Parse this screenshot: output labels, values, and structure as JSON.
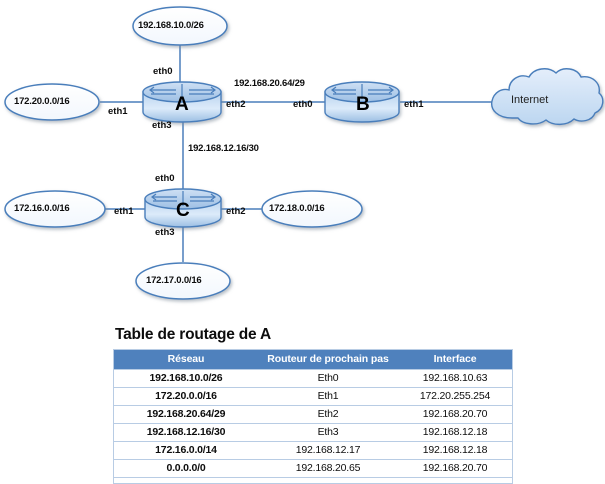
{
  "diagram": {
    "networks": {
      "top": "192.168.10.0/26",
      "left_a": "172.20.0.0/16",
      "left_c": "172.16.0.0/16",
      "right_c": "172.18.0.0/16",
      "bottom_c": "172.17.0.0/16"
    },
    "links": {
      "a_to_b": "192.168.20.64/29",
      "a_to_c": "192.168.12.16/30"
    },
    "routers": [
      {
        "name": "A"
      },
      {
        "name": "B"
      },
      {
        "name": "C"
      }
    ],
    "cloud": {
      "label": "Internet"
    },
    "interfaces": {
      "a_eth0": "eth0",
      "a_eth1": "eth1",
      "a_eth2": "eth2",
      "a_eth3": "eth3",
      "b_eth0": "eth0",
      "b_eth1": "eth1",
      "c_eth0": "eth0",
      "c_eth1": "eth1",
      "c_eth2": "eth2",
      "c_eth3": "eth3"
    },
    "colors": {
      "link_line": "#4a7ebb",
      "shape_stroke": "#4a7ebb",
      "shape_fill_light": "#dce9f7",
      "shape_fill_mid": "#a8c6e8"
    }
  },
  "table": {
    "title": "Table de routage de A",
    "headers": [
      "Réseau",
      "Routeur de prochain pas",
      "Interface"
    ],
    "rows": [
      [
        "192.168.10.0/26",
        "Eth0",
        "192.168.10.63"
      ],
      [
        "172.20.0.0/16",
        "Eth1",
        "172.20.255.254"
      ],
      [
        "192.168.20.64/29",
        "Eth2",
        "192.168.20.70"
      ],
      [
        "192.168.12.16/30",
        "Eth3",
        "192.168.12.18"
      ],
      [
        "172.16.0.0/14",
        "192.168.12.17",
        "192.168.12.18"
      ],
      [
        "0.0.0.0/0",
        "192.168.20.65",
        "192.168.20.70"
      ]
    ],
    "header_color": "#4f81bd",
    "border_color": "#b8cce4"
  }
}
